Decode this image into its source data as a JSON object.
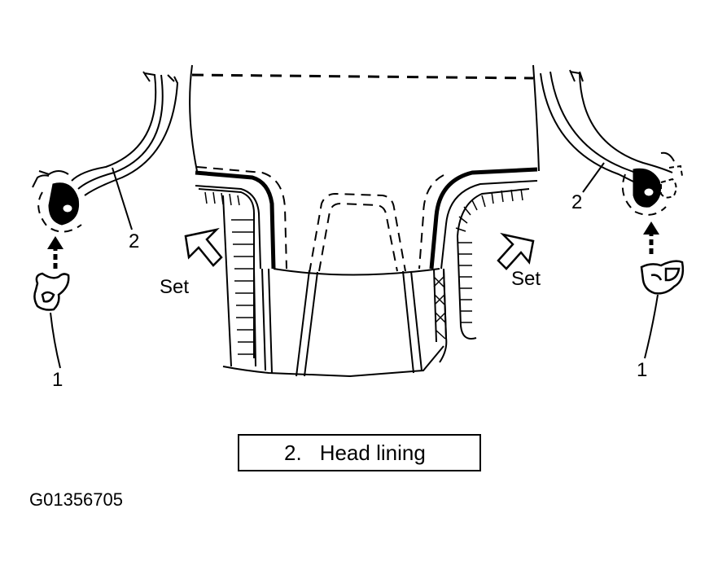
{
  "labels": {
    "clip": "1",
    "lining": "2",
    "set": "Set"
  },
  "legend": {
    "number": "2.",
    "text": "Head lining"
  },
  "figure_code": "G01356705"
}
